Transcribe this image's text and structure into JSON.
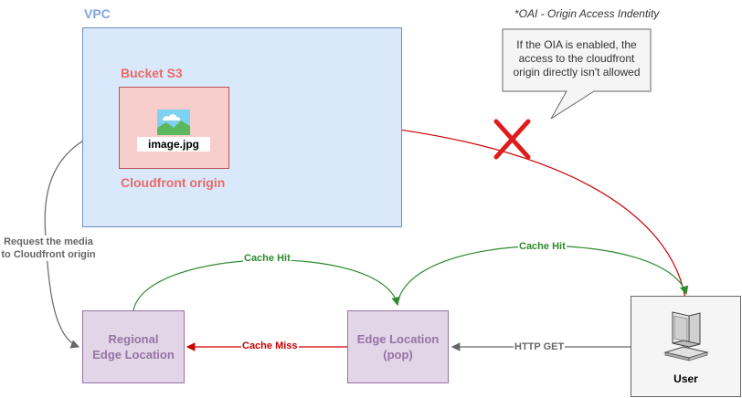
{
  "vpc": {
    "label": "VPC"
  },
  "bucket": {
    "label": "Bucket S3",
    "image_caption": "image.jpg",
    "origin_label": "Cloudfront origin"
  },
  "oai": {
    "note": "*OAI - Origin Access Indentity",
    "callout_lines": [
      "If the OIA is enabled, the",
      "access to the cloudfront",
      "origin directly isn't allowed"
    ]
  },
  "nodes": {
    "regional": {
      "lines": [
        "Regional",
        "Edge Location"
      ]
    },
    "edge": {
      "lines": [
        "Edge Location",
        "(pop)"
      ]
    },
    "user": {
      "label": "User"
    }
  },
  "edges": {
    "request_lines": [
      "Request the media",
      "to Cloudfront origin"
    ],
    "cache_hit_left": "Cache Hit",
    "cache_hit_right": "Cache Hit",
    "cache_miss": "Cache Miss",
    "http_get": "HTTP GET"
  },
  "colors": {
    "vpc_fill": "#dae8fc",
    "vpc_stroke": "#6c8ebf",
    "bucket_fill": "#f8cecc",
    "bucket_stroke": "#b85450",
    "node_fill": "#e1d5e7",
    "node_stroke": "#9673a6",
    "green": "#2d8a2d",
    "red": "#cc0000",
    "gray": "#666666",
    "deny_x": "#e01b1b"
  },
  "icons": {
    "image": "image-file-icon",
    "user": "desktop-computer-icon",
    "deny": "red-x-icon"
  }
}
